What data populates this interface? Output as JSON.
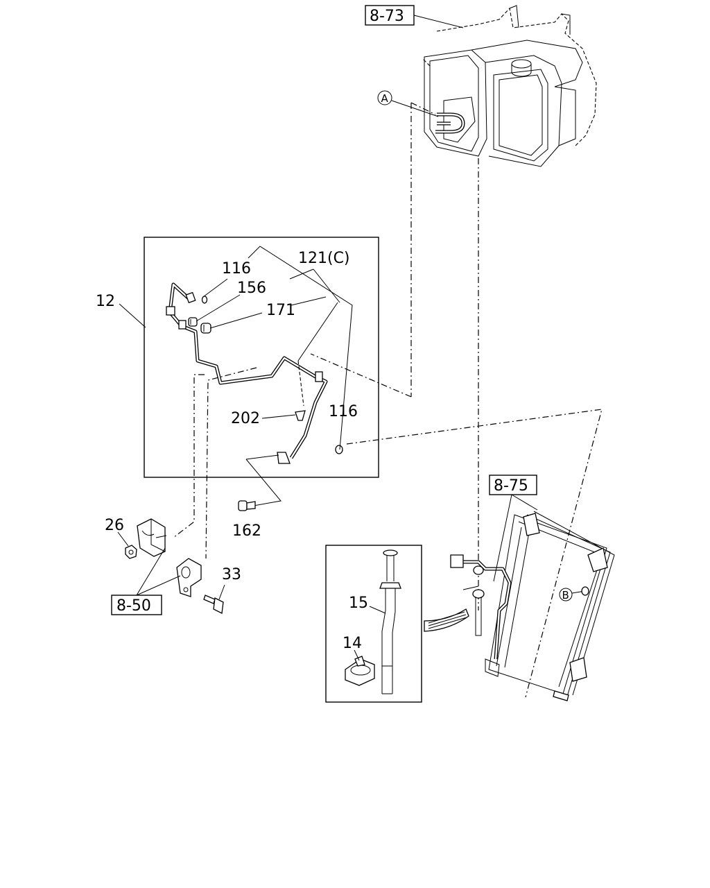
{
  "refs": {
    "r873": "8-73",
    "r875": "8-75",
    "r850": "8-50"
  },
  "callouts": {
    "a": "A",
    "b": "B"
  },
  "parts": {
    "p12": "12",
    "p116a": "116",
    "p121": "121(C)",
    "p156": "156",
    "p171": "171",
    "p202": "202",
    "p116b": "116",
    "p162": "162",
    "p26": "26",
    "p33": "33",
    "p15": "15",
    "p14": "14"
  }
}
